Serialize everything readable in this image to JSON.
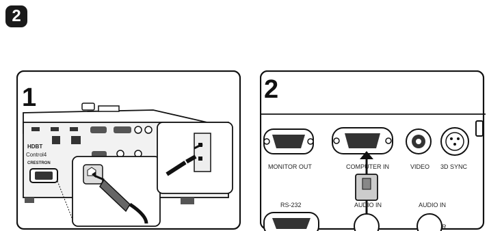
{
  "step_badge": "2",
  "panel1": {
    "number": "1",
    "brands": [
      "HDBT",
      "Control4",
      "CRESTRON"
    ]
  },
  "panel2": {
    "number": "2",
    "ports": {
      "monitor_out": "MONITOR OUT",
      "computer_in": "COMPUTER  IN",
      "video": "VIDEO",
      "sync3d": "3D SYNC",
      "rs232": "RS-232",
      "audio_in_1": "AUDIO IN",
      "audio_in_2": "AUDIO IN",
      "r": "R"
    }
  },
  "colors": {
    "outline": "#111111",
    "panel_bg": "#ffffff",
    "body_gray": "#f2f2f2",
    "port_dark": "#333333"
  }
}
